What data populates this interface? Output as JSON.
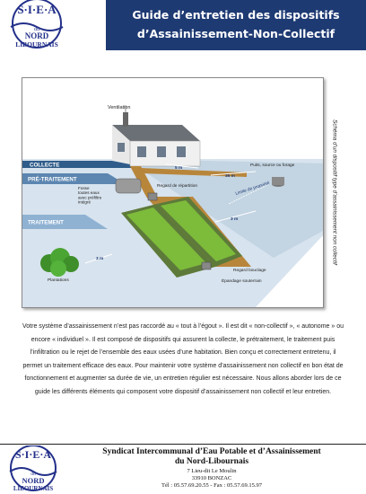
{
  "header": {
    "title_line1": "Guide d’entretien des dispositifs",
    "title_line2": "d’Assainissement-Non-Collectif",
    "logo_text": "SIEA du NORD LIBOURNAIS"
  },
  "figure": {
    "labels": {
      "ventilation": "Ventilation",
      "collecte": "COLLECTE",
      "pretraitement": "PRÉ-TRAITEMENT",
      "traitement": "TRAITEMENT",
      "fosse": "Fosse\ntoutes eaux\navec préfiltre\nintégré",
      "regard_repartition": "Regard de répartition",
      "puits": "Puits, source ou forage",
      "limite": "Limite de propriété",
      "regard_bouclage": "Regard bouclage",
      "epandage": "Épandage souterrain",
      "plantations": "Plantations",
      "d_5m": "5 m",
      "d_35m": "35 m",
      "d_3m_a": "3 m",
      "d_3m_b": "3 m"
    },
    "side_caption": "Schéma d’un dispositif type d’assainissement non collectif"
  },
  "body": {
    "paragraph": "Votre système d’assainissement n’est pas raccordé au « tout à l’égout ». Il est dit « non-collectif », « autonome » ou encore « individuel ». Il est composé de dispositifs qui assurent la collecte, le prétraitement, le traitement puis l’infiltration ou le rejet de l’ensemble des eaux usées d’une habitation. Bien conçu et correctement entretenu, il permet un traitement efficace des eaux. Pour maintenir votre système d’assainissement non collectif en bon état de fonctionnement et augmenter sa durée de vie, un entretien régulier est nécessaire. Nous allons aborder lors de ce guide les différents éléments qui composent votre dispositif d’assainissement non collectif et leur entretien."
  },
  "footer": {
    "name_line1": "Syndicat Intercommunal d’Eau Potable et d’Assainissement",
    "name_line2": "du Nord-Libournais",
    "addr_line1": "7  Lieu-dit Le Moulin",
    "addr_line2": "33910 BONZAC",
    "addr_line3": "Tél : 05.57.69.20.55 - Fax : 05.57.69.15.97"
  },
  "colors": {
    "title_bg": "#1e3a73",
    "logo_blue": "#23308a",
    "band_blue": "#2f5c8a",
    "grass": "#7dbb3a"
  }
}
